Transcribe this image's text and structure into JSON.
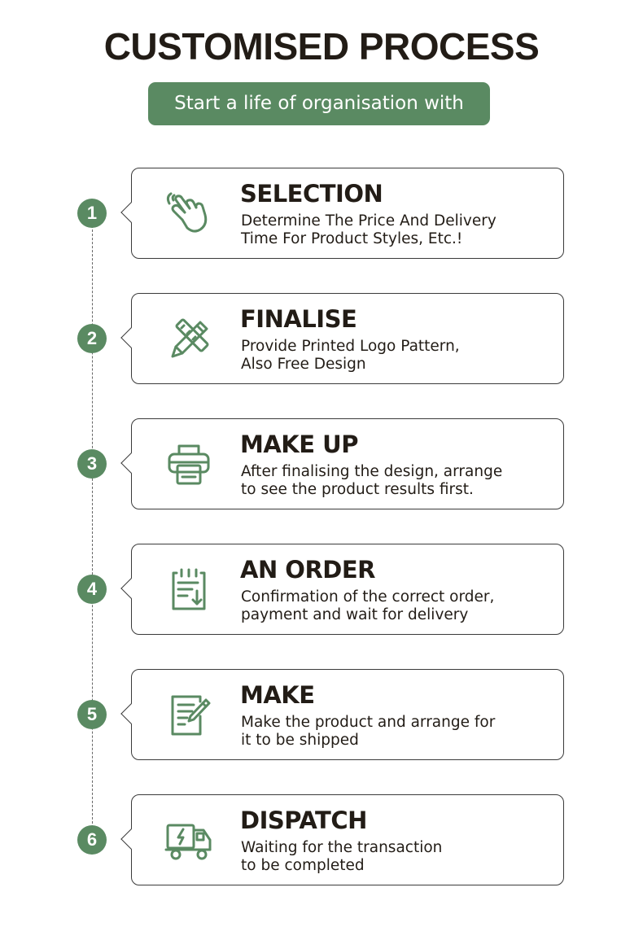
{
  "header": {
    "title": "CUSTOMISED PROCESS",
    "subtitle": "Start a life of organisation with"
  },
  "colors": {
    "accent": "#5a8a62",
    "text": "#221c16",
    "border": "#3a3a3a"
  },
  "steps": [
    {
      "number": "1",
      "title": "SELECTION",
      "line1": "Determine The Price And Delivery",
      "line2": "Time For Product Styles, Etc.!",
      "icon": "hand-pointer-icon"
    },
    {
      "number": "2",
      "title": "FINALISE",
      "line1": "Provide Printed Logo Pattern,",
      "line2": "Also Free Design",
      "icon": "pencil-ruler-icon"
    },
    {
      "number": "3",
      "title": "MAKE UP",
      "line1": "After finalising the design, arrange",
      "line2": "to see the product results first.",
      "icon": "printer-icon"
    },
    {
      "number": "4",
      "title": "AN ORDER",
      "line1": "Confirmation of the correct order,",
      "line2": "payment and wait for delivery",
      "icon": "clipboard-order-icon"
    },
    {
      "number": "5",
      "title": "MAKE",
      "line1": "Make the product and arrange for",
      "line2": "it to be shipped",
      "icon": "document-edit-icon"
    },
    {
      "number": "6",
      "title": "DISPATCH",
      "line1": "Waiting for the transaction",
      "line2": "to be completed",
      "icon": "delivery-truck-icon"
    }
  ]
}
